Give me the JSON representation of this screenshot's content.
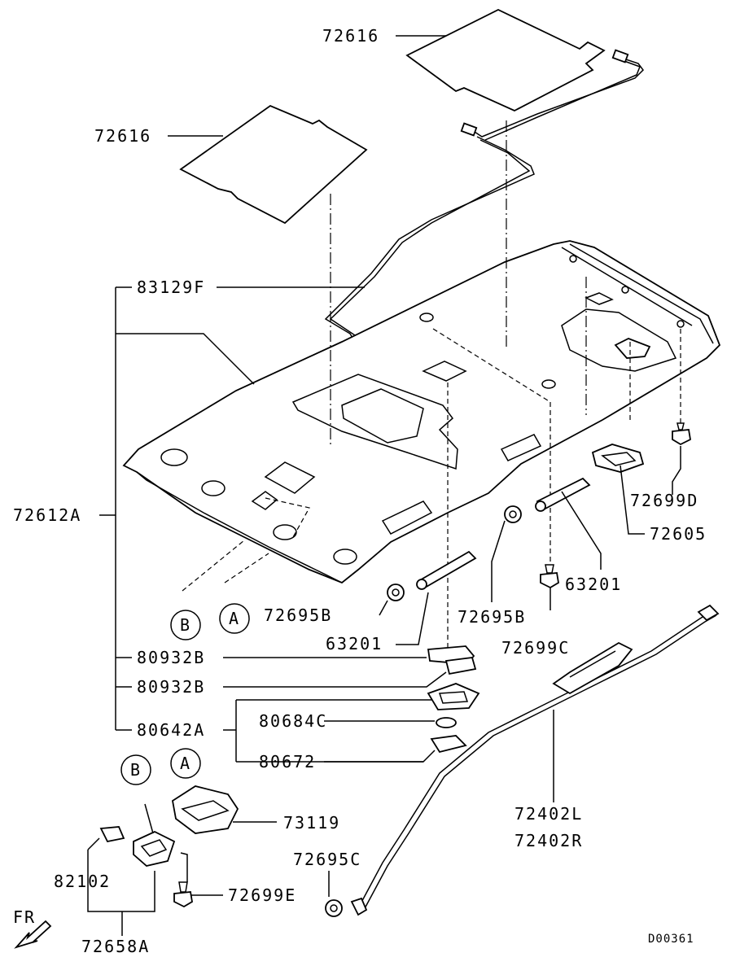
{
  "labels": {
    "p72616_top": "72616",
    "p72616_left": "72616",
    "p83129F": "83129F",
    "p72612A": "72612A",
    "p72699D": "72699D",
    "p72605": "72605",
    "p63201_right": "63201",
    "p72695B_left": "72695B",
    "p72695B_right": "72695B",
    "p63201_left": "63201",
    "p72699C": "72699C",
    "p80932B_1": "80932B",
    "p80932B_2": "80932B",
    "p80642A": "80642A",
    "p80684C": "80684C",
    "p80672": "80672",
    "p73119": "73119",
    "p72402L": "72402L",
    "p72402R": "72402R",
    "p72695C": "72695C",
    "p82102": "82102",
    "p72699E": "72699E",
    "p72658A": "72658A",
    "fr": "FR",
    "code": "D00361"
  },
  "callouts": {
    "a1": "A",
    "a2": "A",
    "b1": "B",
    "b2": "B"
  }
}
